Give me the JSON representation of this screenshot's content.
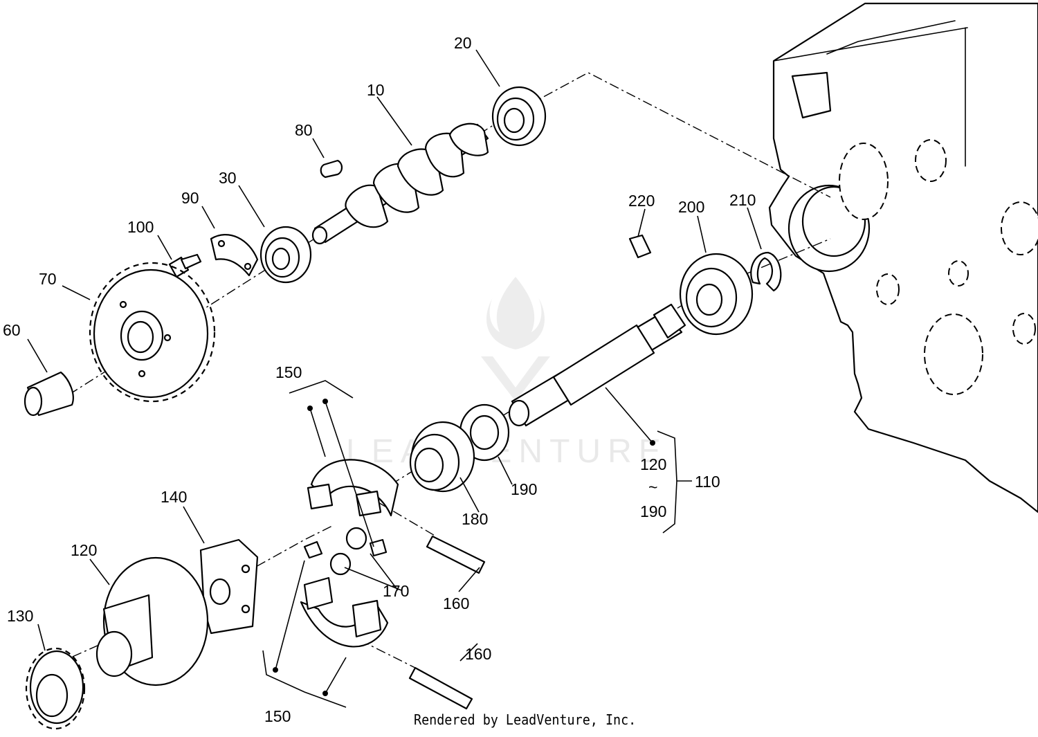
{
  "diagram": {
    "credit": "Rendered by LeadVenture, Inc.",
    "watermark_text": "LEADVENTURE",
    "line_color": "#000000",
    "background_color": "#ffffff",
    "callouts": {
      "c10": "10",
      "c20": "20",
      "c30": "30",
      "c60": "60",
      "c70": "70",
      "c80": "80",
      "c90": "90",
      "c100": "100",
      "c110": "110",
      "c120_a": "120",
      "c120_b": "120",
      "c130": "130",
      "c140": "140",
      "c150_a": "150",
      "c150_b": "150",
      "c160_a": "160",
      "c160_b": "160",
      "c170": "170",
      "c180": "180",
      "c190_a": "190",
      "c190_b": "190",
      "c200": "200",
      "c210": "210",
      "c220": "220",
      "range_sep": "~"
    }
  }
}
